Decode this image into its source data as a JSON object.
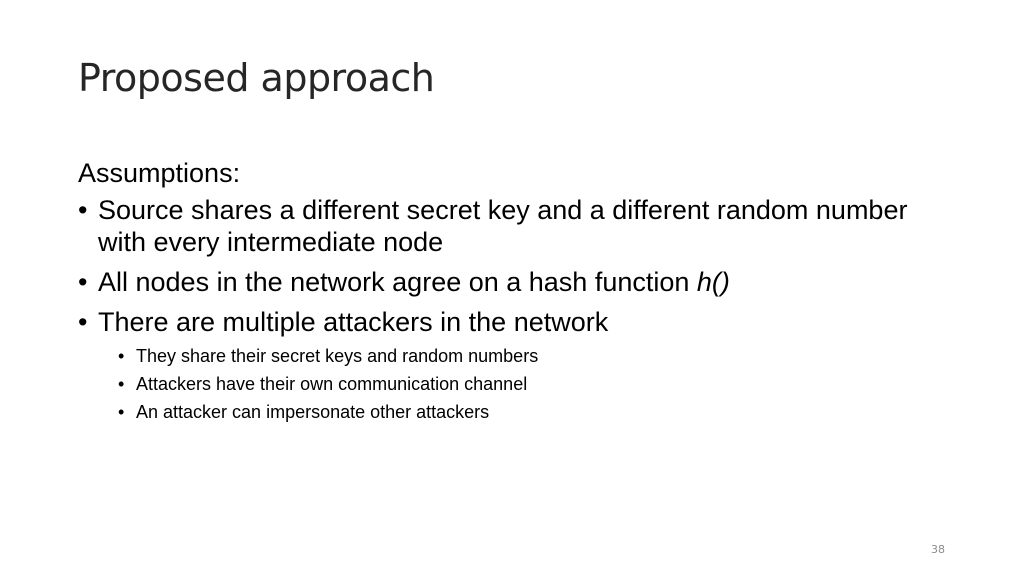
{
  "slide": {
    "title": "Proposed approach",
    "heading": "Assumptions:",
    "bullets": [
      {
        "text": "Source shares a different secret key and a different random number with every intermediate node"
      },
      {
        "text": "All nodes in the network agree on a hash function ",
        "italic": "h()"
      },
      {
        "text": "There are multiple attackers in the network"
      }
    ],
    "sub_bullets": [
      "They share their secret keys and random numbers",
      "Attackers have their own communication channel",
      "An attacker can impersonate other attackers"
    ],
    "bullet_glyph": "•",
    "page_number": "38"
  }
}
